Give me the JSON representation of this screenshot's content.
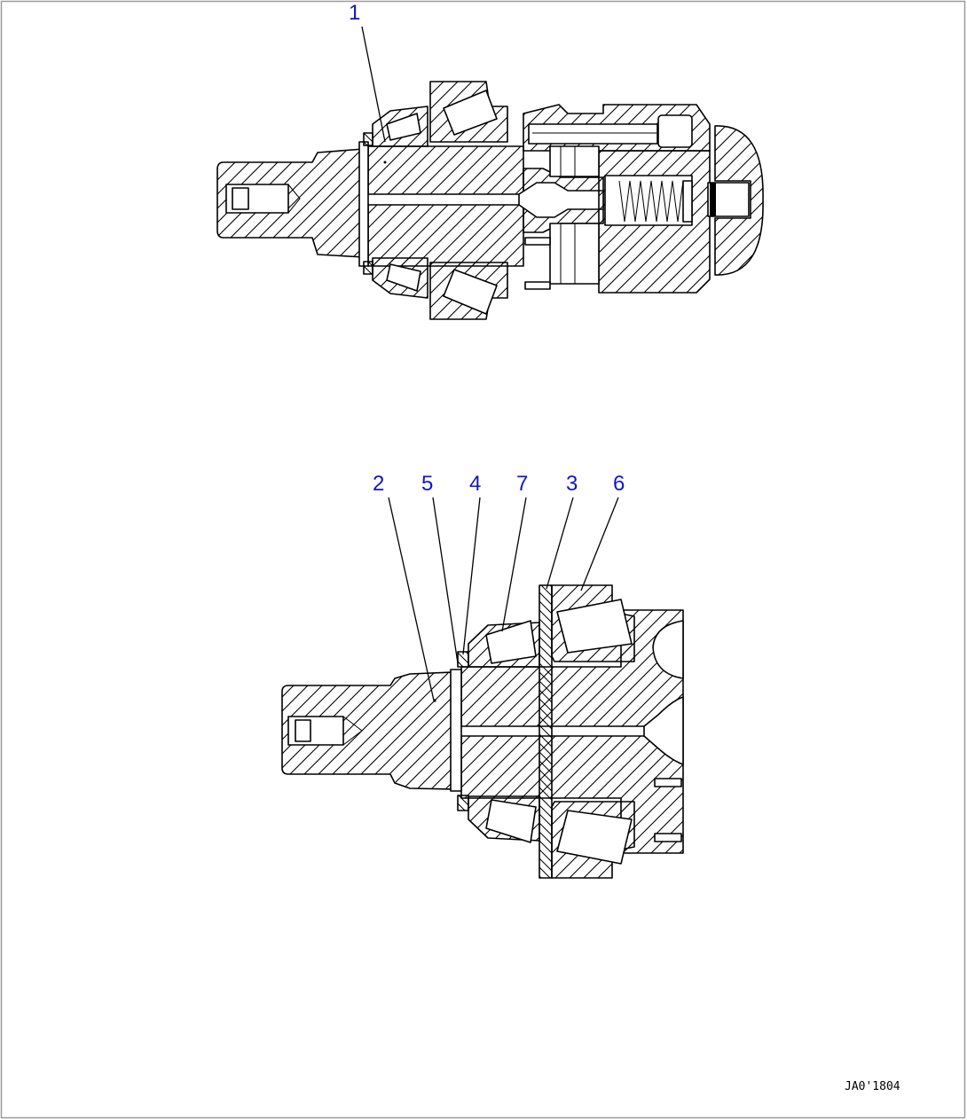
{
  "diagram": {
    "upper_callouts": [
      {
        "label": "1"
      }
    ],
    "lower_callouts": [
      {
        "label": "2"
      },
      {
        "label": "5"
      },
      {
        "label": "4"
      },
      {
        "label": "7"
      },
      {
        "label": "3"
      },
      {
        "label": "6"
      }
    ],
    "drawing_code": "JA0'1804",
    "callout_color": "#1414c8"
  }
}
